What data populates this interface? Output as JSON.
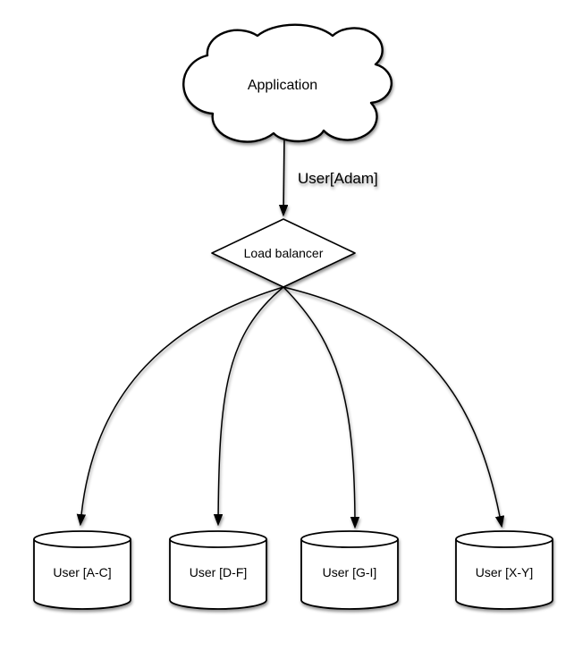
{
  "diagram": {
    "background_color": "#ffffff",
    "line_color": "#000000",
    "shape_fill_color": "#ffffff",
    "nodes": [
      {
        "id": "application",
        "shape": "cloud",
        "label": "Application"
      },
      {
        "id": "load-balancer",
        "shape": "diamond",
        "label": "Load balancer"
      },
      {
        "id": "shard-a-c",
        "shape": "cylinder",
        "label": "User [A-C]"
      },
      {
        "id": "shard-d-f",
        "shape": "cylinder",
        "label": "User [D-F]"
      },
      {
        "id": "shard-g-i",
        "shape": "cylinder",
        "label": "User [G-I]"
      },
      {
        "id": "shard-x-y",
        "shape": "cylinder",
        "label": "User [X-Y]"
      }
    ],
    "edges": [
      {
        "from": "application",
        "to": "load-balancer",
        "label": "User[Adam]"
      },
      {
        "from": "load-balancer",
        "to": "shard-a-c"
      },
      {
        "from": "load-balancer",
        "to": "shard-d-f"
      },
      {
        "from": "load-balancer",
        "to": "shard-g-i"
      },
      {
        "from": "load-balancer",
        "to": "shard-x-y"
      }
    ]
  }
}
